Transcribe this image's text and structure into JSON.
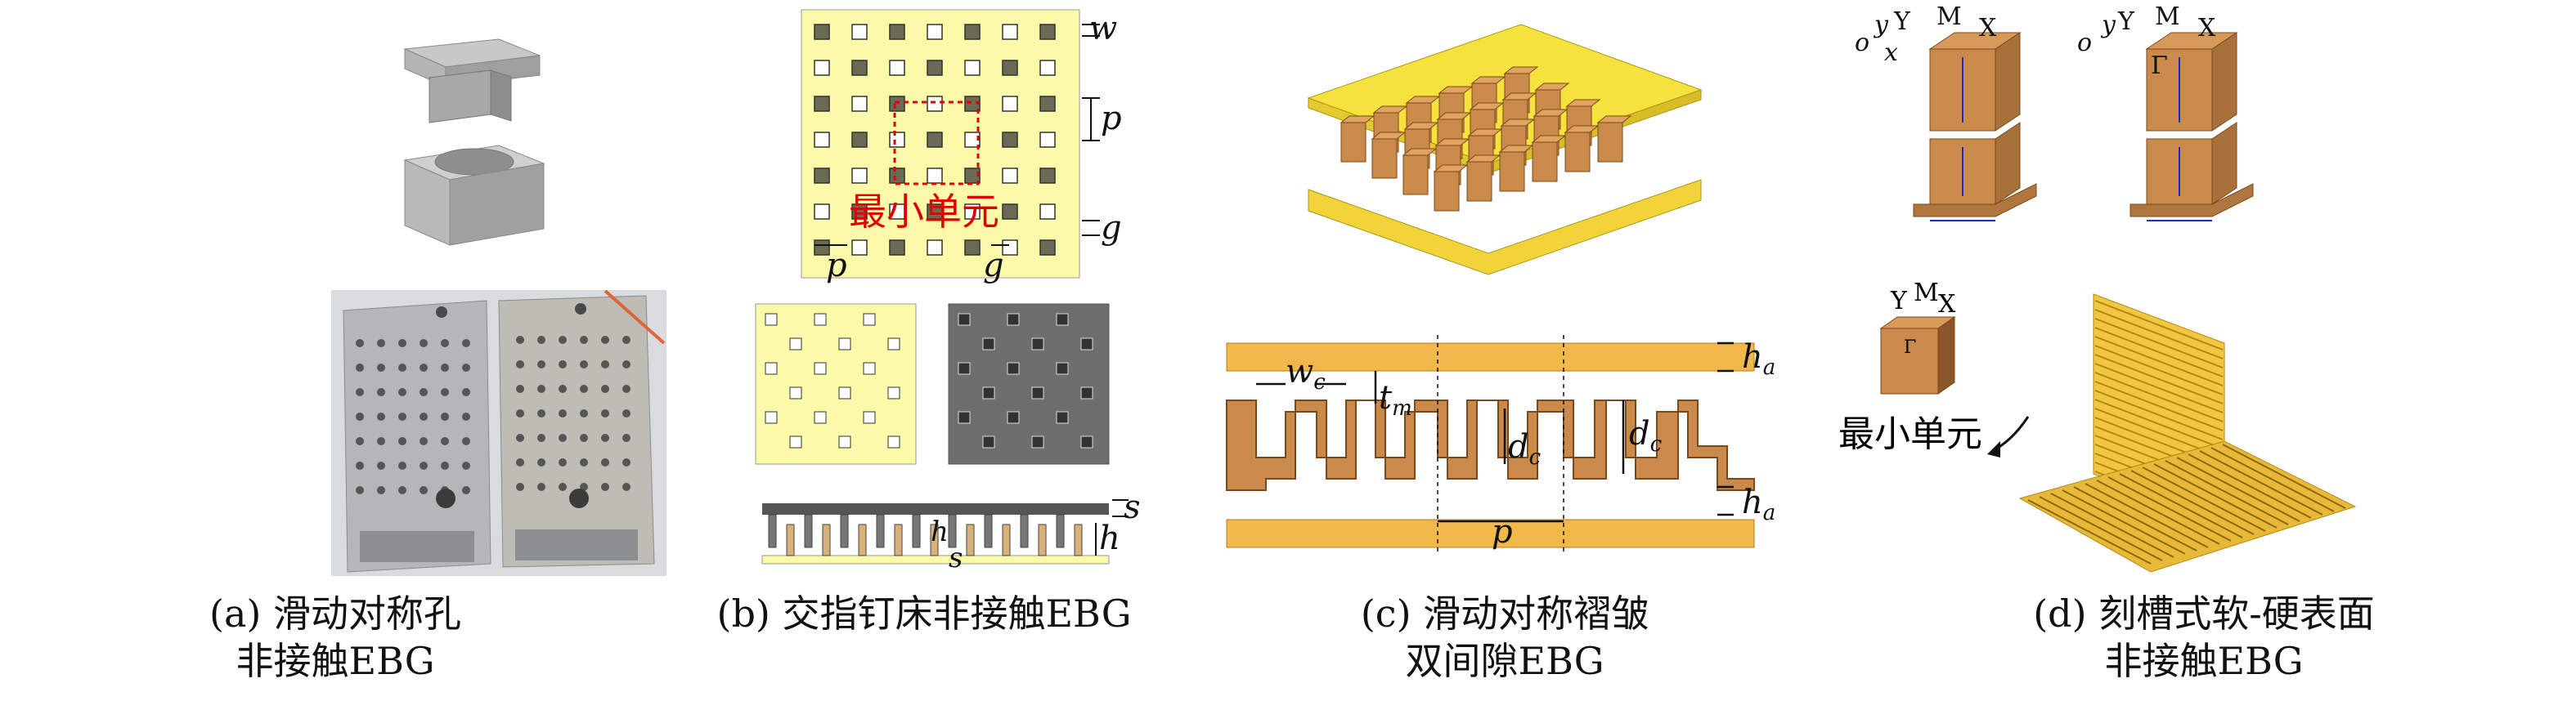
{
  "panels": {
    "a": {
      "caption_line1": "(a) 滑动对称孔",
      "caption_line2": "非接触EBG"
    },
    "b": {
      "caption_line1": "(b) 交指钉床非接触EBG",
      "caption_line2": "",
      "grid_label": "最小单元",
      "dim_w": "w",
      "dim_p": "p",
      "dim_g": "g",
      "dim_s": "s",
      "dim_h": "h"
    },
    "c": {
      "caption_line1": "(c) 滑动对称褶皱",
      "caption_line2": "双间隙EBG",
      "dim_wc": "w",
      "dim_wc_sub": "c",
      "dim_tm": "t",
      "dim_tm_sub": "m",
      "dim_dc": "d",
      "dim_dc_sub": "c",
      "dim_ha": "h",
      "dim_ha_sub": "a",
      "dim_p": "p"
    },
    "d": {
      "caption_line1": "(d) 刻槽式软-硬表面",
      "caption_line2": "非接触EBG",
      "unit_label": "最小单元",
      "axis_y": "Y",
      "axis_m": "M",
      "axis_x": "X",
      "axis_gamma": "Γ",
      "axis_o": "o",
      "axis_small_y": "y",
      "axis_small_x": "x"
    }
  },
  "colors": {
    "pale_yellow": "#fafaa8",
    "copper": "#c98a4b",
    "copper_dark": "#9a5e2a",
    "gold": "#f2c640",
    "gray_metal": "#b9b9b9",
    "dimension_blue": "#1b2bd0",
    "highlight_red": "#e00000"
  }
}
